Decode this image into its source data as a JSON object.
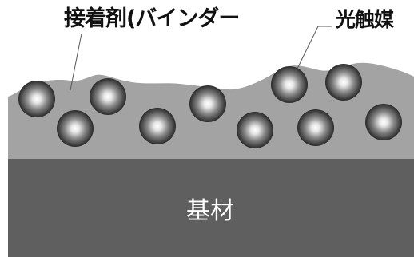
{
  "labels": {
    "binder": "接着剤(バインダー",
    "photocatalyst": "光触媒",
    "substrate": "基材"
  },
  "colors": {
    "substrate": "#5f5f5f",
    "binder_layer": "#a3a3a3",
    "particle_center": "#ffffff",
    "particle_edge": "#2a2a2a",
    "leader_line": "#5a5a5a",
    "substrate_text": "#ffffff"
  }
}
